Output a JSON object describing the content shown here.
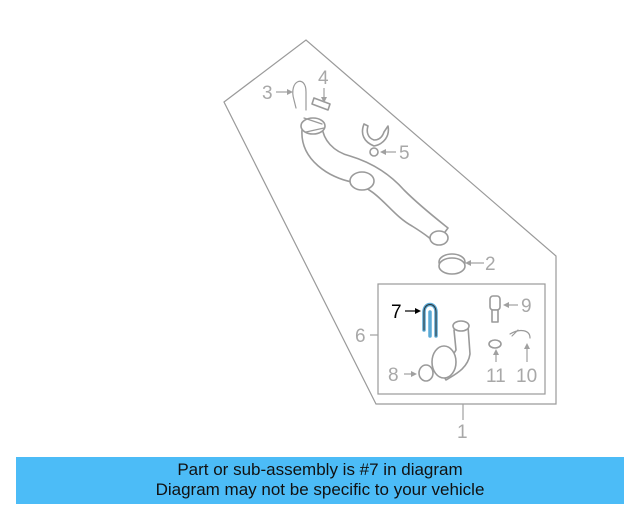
{
  "callouts": [
    "1",
    "2",
    "3",
    "4",
    "5",
    "6",
    "7",
    "8",
    "9",
    "10",
    "11"
  ],
  "highlight_color": "#5aaad6",
  "banner": {
    "line1": "Part or sub-assembly is #7 in diagram",
    "line2": "Diagram may not be specific to your vehicle",
    "background": "#4cbcf7"
  }
}
